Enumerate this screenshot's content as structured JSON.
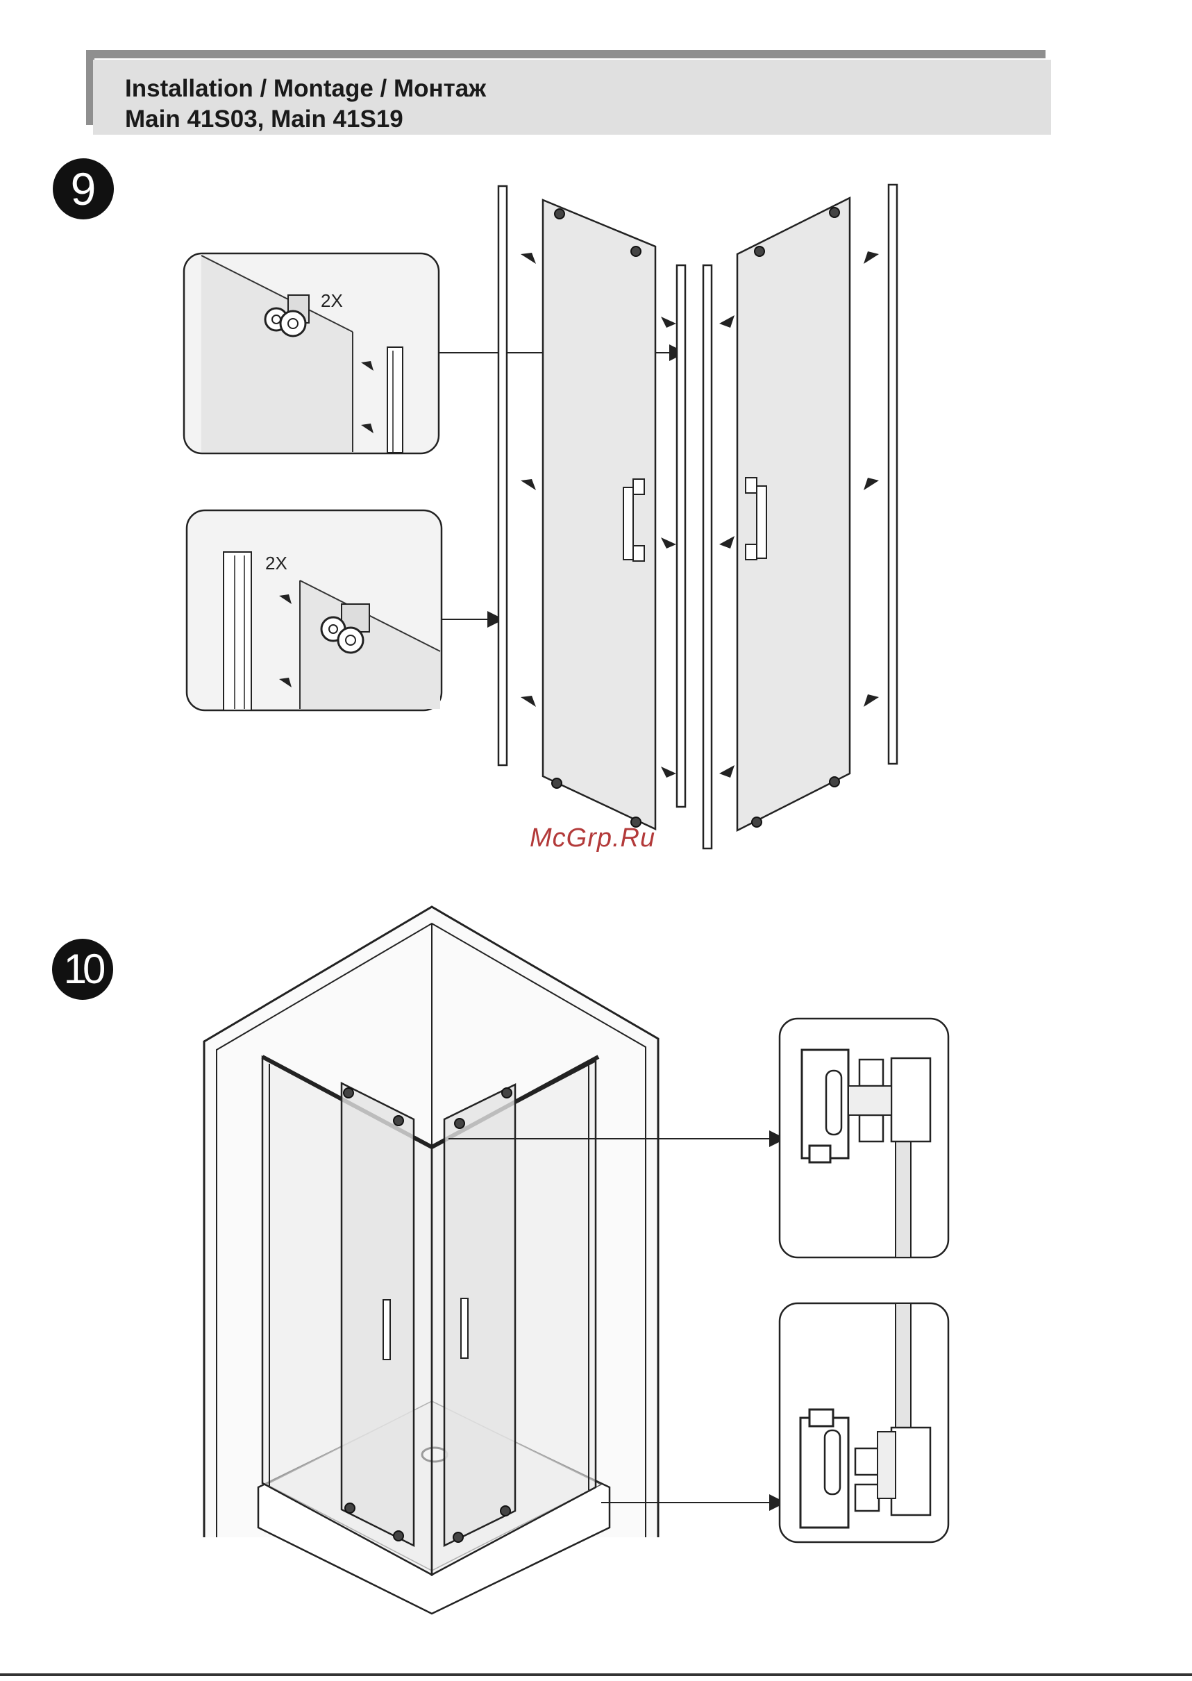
{
  "header": {
    "title_line_1": "Installation / Montage / Монтаж",
    "title_line_2": "Main 41S03, Main 41S19"
  },
  "steps": [
    {
      "number": "9"
    },
    {
      "number": "10"
    }
  ],
  "step9": {
    "detail_top_count": "2X",
    "detail_bottom_count": "2X"
  },
  "watermark": "McGrp.Ru"
}
